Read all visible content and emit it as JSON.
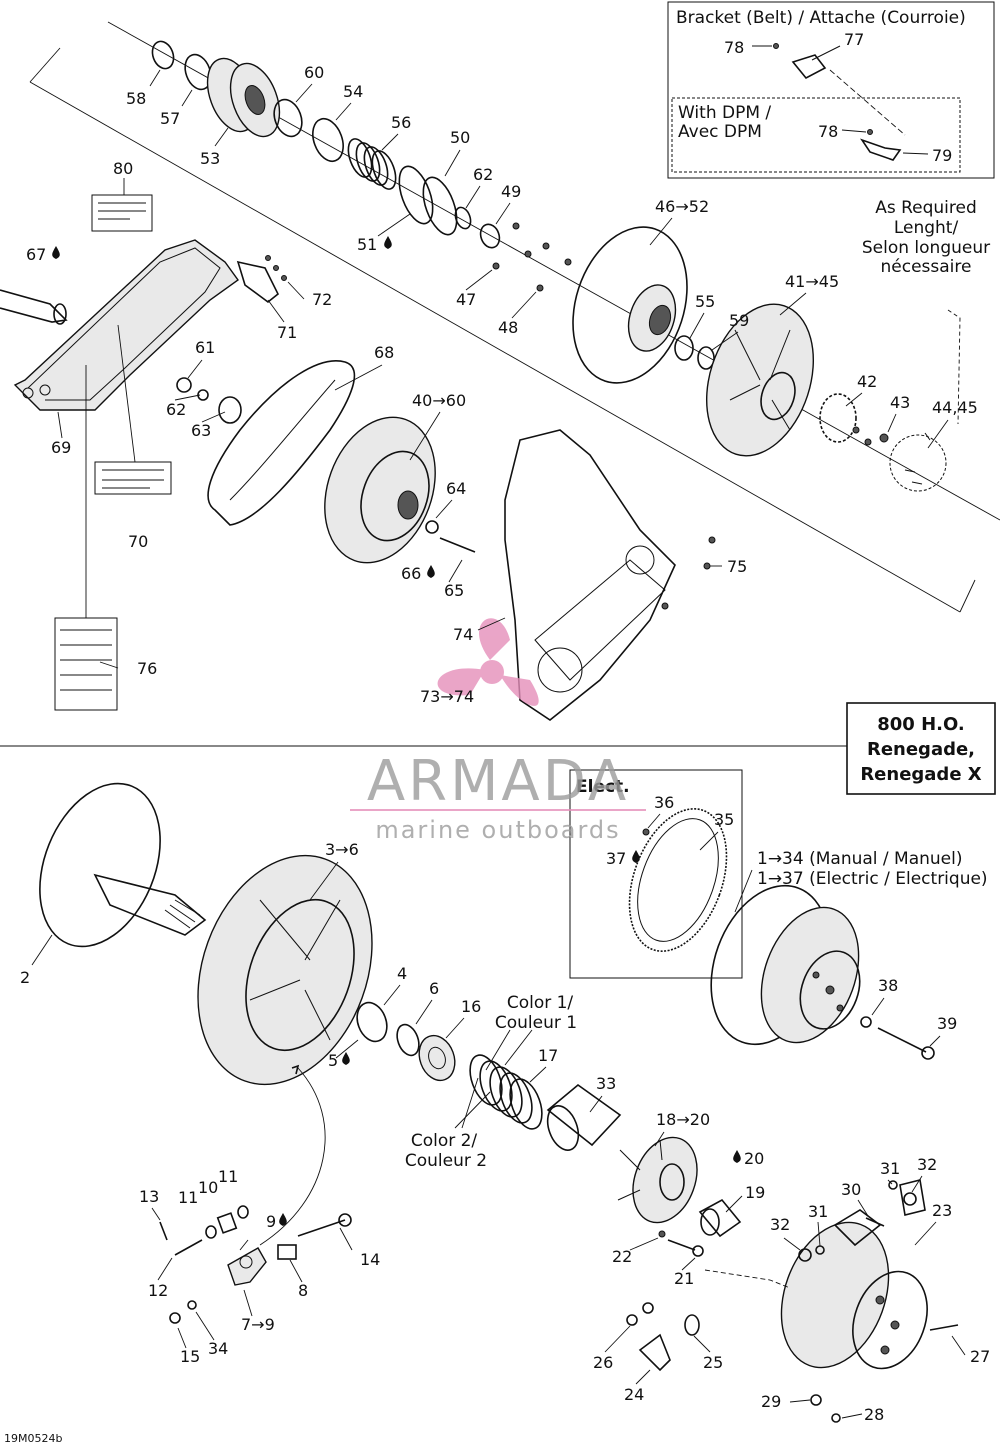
{
  "document": {
    "code": "19M0524b"
  },
  "boxes": {
    "bracket_title": "Bracket (Belt) / Attache (Courroie)",
    "dpm_line1": "With DPM /",
    "dpm_line2": "Avec DPM",
    "model_line1": "800 H.O.",
    "model_line2": "Renegade,",
    "model_line3": "Renegade X",
    "elect": "Elect."
  },
  "notes": {
    "as_required_1": "As Required",
    "as_required_2": "Lenght/",
    "as_required_3": "Selon longueur",
    "as_required_4": "nécessaire",
    "color1_1": "Color 1/",
    "color1_2": "Couleur 1",
    "color2_1": "Color 2/",
    "color2_2": "Couleur 2",
    "manual": "1→34 (Manual / Manuel)",
    "electric": "1→37 (Electric / Electrique)"
  },
  "watermark": {
    "brand": "ARMADA",
    "tagline": "marine outboards",
    "brand_color": "#e58fba"
  },
  "callouts": {
    "c58": "58",
    "c57": "57",
    "c53": "53",
    "c60": "60",
    "c54": "54",
    "c56": "56",
    "c50": "50",
    "c62a": "62",
    "c49": "49",
    "c51": "51",
    "c47": "47",
    "c48": "48",
    "c46": "46→52",
    "c55": "55",
    "c59": "59",
    "c41": "41→45",
    "c42": "42",
    "c43": "43",
    "c44": "44,45",
    "c80": "80",
    "c67": "67",
    "c72": "72",
    "c71": "71",
    "c61": "61",
    "c62b": "62",
    "c63": "63",
    "c69": "69",
    "c70": "70",
    "c68": "68",
    "c40": "40→60",
    "c64": "64",
    "c66": "66",
    "c65": "65",
    "c75": "75",
    "c74": "74",
    "c73": "73→74",
    "c76": "76",
    "c78a": "78",
    "c77": "77",
    "c78b": "78",
    "c79": "79",
    "c36": "36",
    "c35": "35",
    "c37": "37",
    "c2": "2",
    "c3": "3→6",
    "c4": "4",
    "c6": "6",
    "c16": "16",
    "c5": "5",
    "c17": "17",
    "c33": "33",
    "c18": "18→20",
    "c20": "20",
    "c19": "19",
    "c38": "38",
    "c39": "39",
    "c13": "13",
    "c11a": "11",
    "c10": "10",
    "c11b": "11",
    "c9": "9",
    "c14": "14",
    "c12": "12",
    "c8": "8",
    "c7": "7→9",
    "c15": "15",
    "c34": "34",
    "c22": "22",
    "c21": "21",
    "c31a": "31",
    "c32a": "32",
    "c30": "30",
    "c32b": "32",
    "c31b": "31",
    "c23": "23",
    "c26": "26",
    "c25": "25",
    "c24": "24",
    "c27": "27",
    "c29": "29",
    "c28": "28"
  }
}
